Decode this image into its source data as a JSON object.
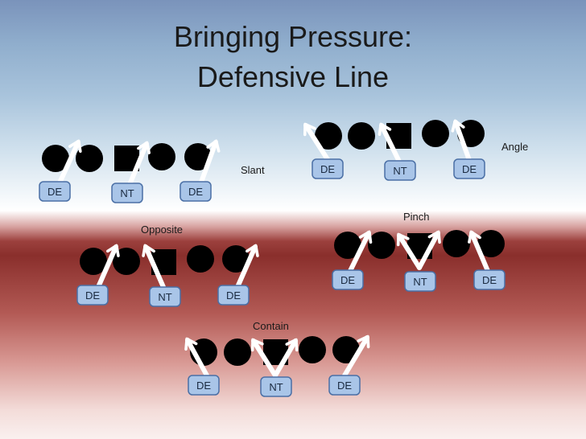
{
  "slide": {
    "title_line1": "Bringing Pressure:",
    "title_line2": "Defensive Line"
  },
  "positions": {
    "defensive_end": "DE",
    "nose_tackle": "NT"
  },
  "formations": [
    {
      "name": "Slant"
    },
    {
      "name": "Angle"
    },
    {
      "name": "Opposite"
    },
    {
      "name": "Pinch"
    },
    {
      "name": "Contain"
    }
  ]
}
